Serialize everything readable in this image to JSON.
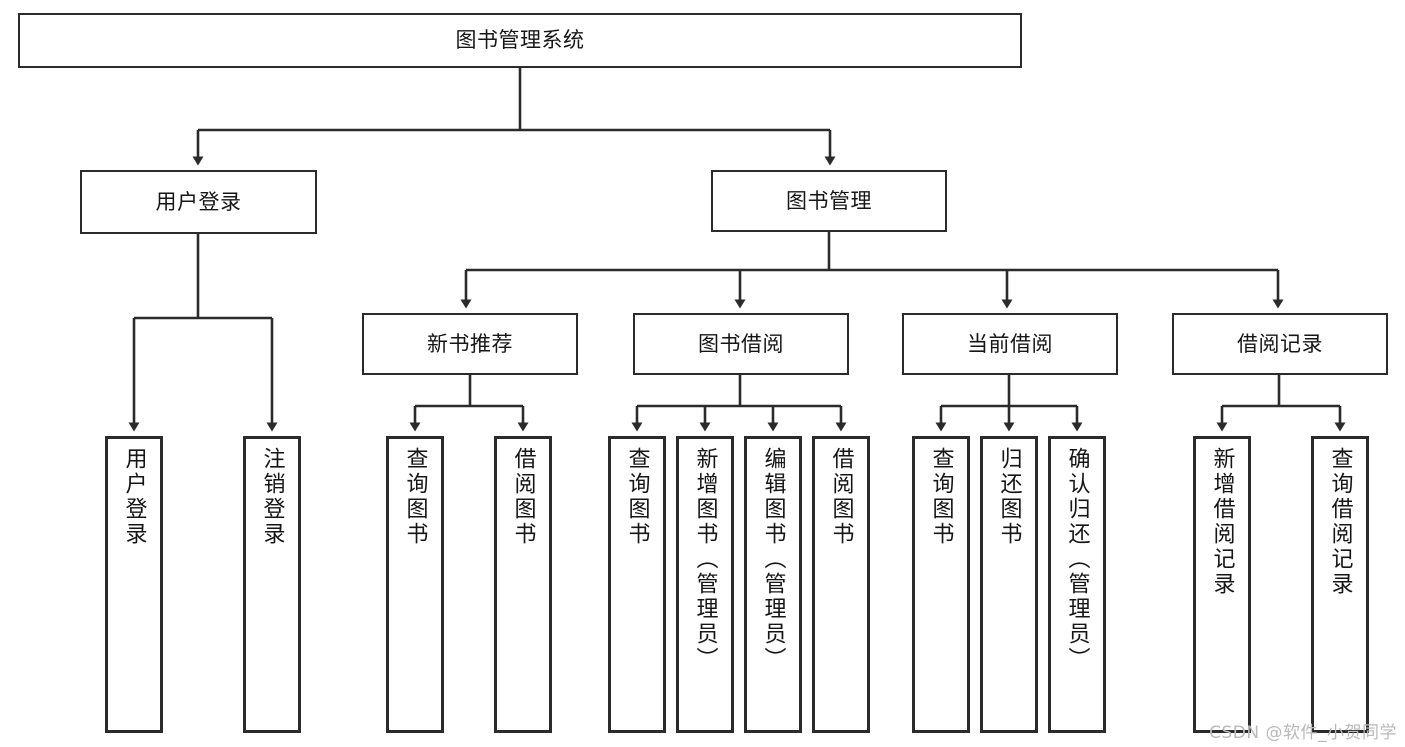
{
  "diagram": {
    "title": "图书管理系统",
    "type": "tree-hierarchy",
    "watermark": "CSDN @软件_小贺同学",
    "colors": {
      "box_border": "#2b2b2b",
      "box_fill": "#ffffff",
      "edge": "#2b2b2b",
      "text": "#161616",
      "watermark": "#b9b9b9",
      "background": "#ffffff"
    },
    "root": {
      "label": "图书管理系统"
    },
    "level2": [
      {
        "label": "用户登录"
      },
      {
        "label": "图书管理"
      }
    ],
    "level3": [
      {
        "label": "新书推荐"
      },
      {
        "label": "图书借阅"
      },
      {
        "label": "当前借阅"
      },
      {
        "label": "借阅记录"
      }
    ],
    "leaves": [
      {
        "label": "用户登录",
        "parent": "用户登录"
      },
      {
        "label": "注销登录",
        "parent": "用户登录"
      },
      {
        "label": "查询图书",
        "parent": "新书推荐"
      },
      {
        "label": "借阅图书",
        "parent": "新书推荐"
      },
      {
        "label": "查询图书",
        "parent": "图书借阅"
      },
      {
        "label": "新增图书（管理员）",
        "parent": "图书借阅"
      },
      {
        "label": "编辑图书（管理员）",
        "parent": "图书借阅"
      },
      {
        "label": "借阅图书",
        "parent": "图书借阅"
      },
      {
        "label": "查询图书",
        "parent": "当前借阅"
      },
      {
        "label": "归还图书",
        "parent": "当前借阅"
      },
      {
        "label": "确认归还（管理员）",
        "parent": "当前借阅"
      },
      {
        "label": "新增借阅记录",
        "parent": "借阅记录"
      },
      {
        "label": "查询借阅记录",
        "parent": "借阅记录"
      }
    ]
  }
}
